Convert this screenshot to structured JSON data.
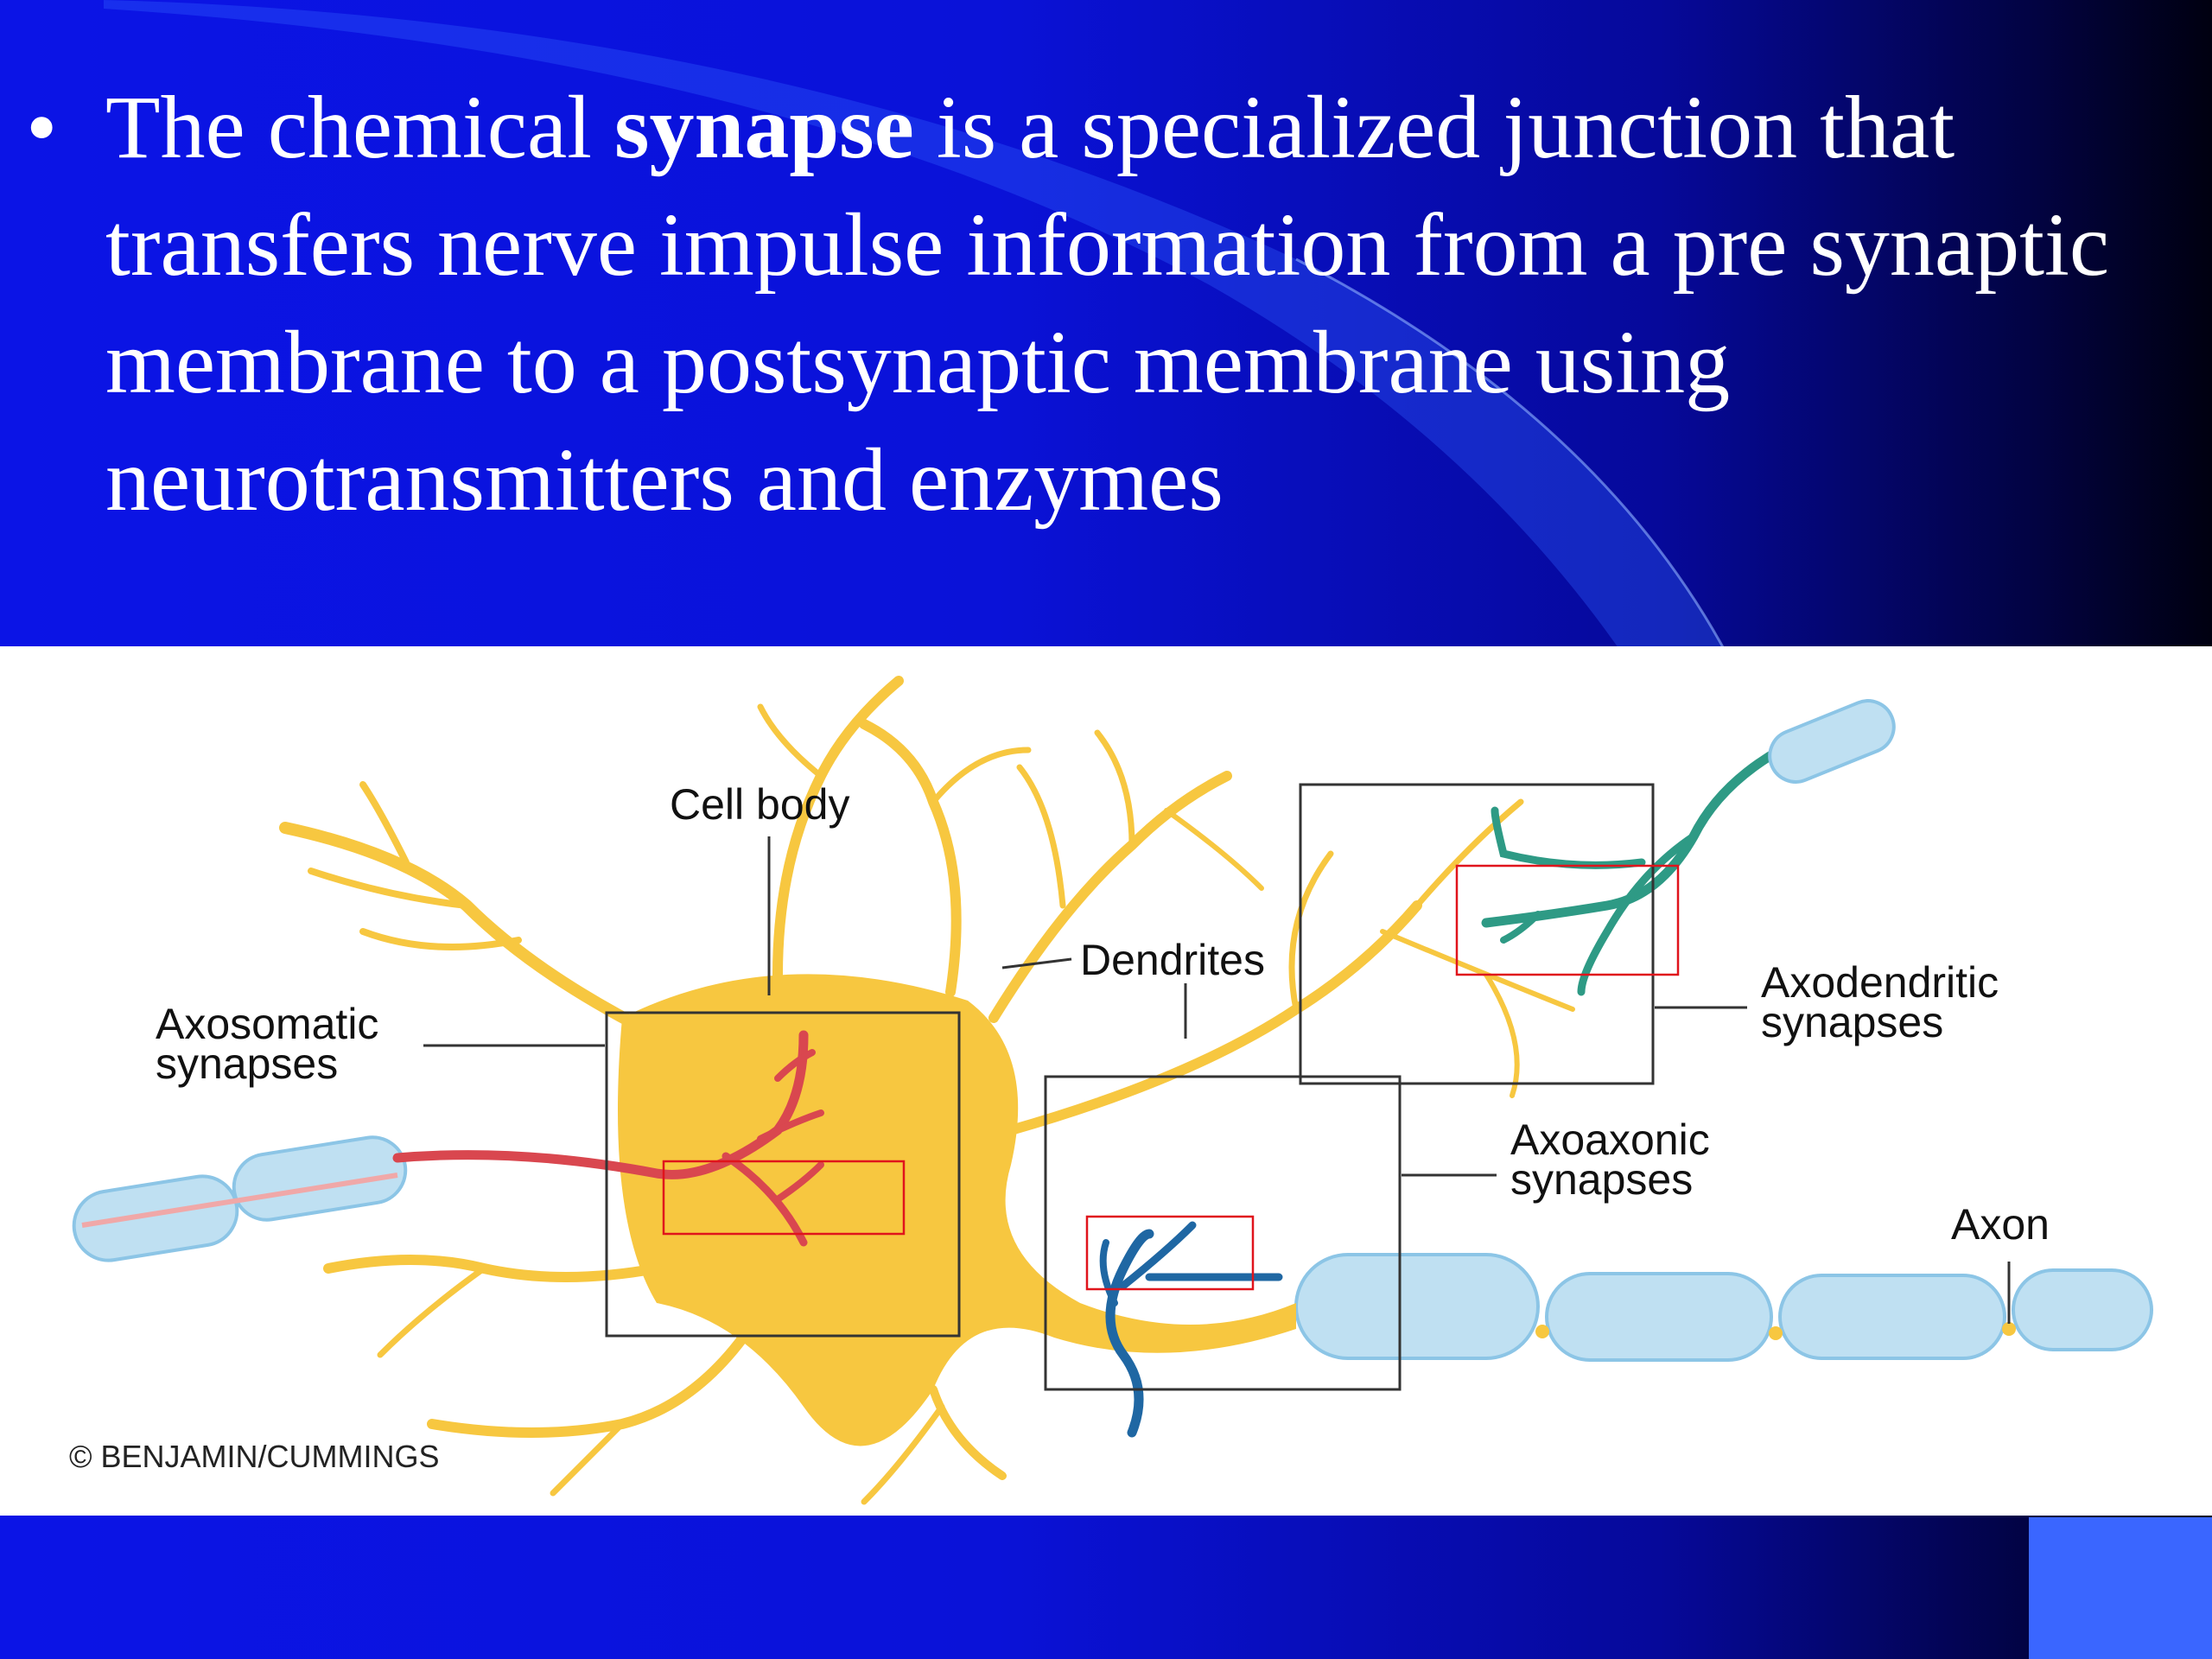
{
  "slide": {
    "bullet_symbol": "•",
    "text_before": "The chemical ",
    "text_bold": "synapse",
    "text_after": " is a specialized junction that transfers nerve impulse information from a pre synaptic membrane to a postsynaptic membrane using neurotransmitters and enzymes"
  },
  "figure": {
    "labels": {
      "cell_body": "Cell body",
      "dendrites": "Dendrites",
      "axosomatic_line1": "Axosomatic",
      "axosomatic_line2": "synapses",
      "axodendritic_line1": "Axodendritic",
      "axodendritic_line2": "synapses",
      "axoaxonic_line1": "Axoaxonic",
      "axoaxonic_line2": "synapses",
      "axon": "Axon"
    },
    "credit": "© BENJAMIN/CUMMINGS",
    "colors": {
      "neuron": "#f7c740",
      "axosomatic_axon": "#d9474f",
      "axoaxonic_axon": "#1f67a3",
      "axodendritic_axon": "#2e9a85",
      "myelin": "#bfe0f2",
      "highlight_box": "#e0141c",
      "background_blue": "#0b14e6",
      "corner_accent": "#3a66ff"
    }
  }
}
